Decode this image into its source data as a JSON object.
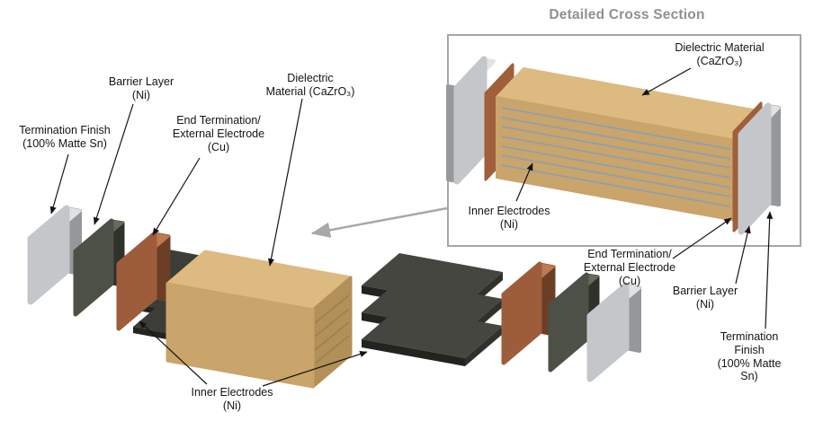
{
  "inset": {
    "title": "Detailed Cross Section",
    "labels": {
      "dielectric": "Dielectric Material\n(CaZrO₃)",
      "inner_electrodes": "Inner Electrodes\n(Ni)",
      "end_termination": "End Termination/\nExternal Electrode\n(Cu)",
      "barrier": "Barrier Layer\n(Ni)",
      "termination_finish": "Termination Finish\n(100% Matte Sn)"
    }
  },
  "exploded": {
    "labels": {
      "termination_finish": "Termination Finish\n(100% Matte Sn)",
      "barrier": "Barrier Layer\n(Ni)",
      "end_termination": "End Termination/\nExternal Electrode\n(Cu)",
      "dielectric": "Dielectric\nMaterial (CaZrO₃)",
      "inner_electrodes": "Inner Electrodes\n(Ni)"
    }
  },
  "colors": {
    "dielectric_tan": "#c9a46b",
    "dielectric_top": "#dcba80",
    "copper": "#9e5d3a",
    "nickel_barrier": "#4d5046",
    "tin_silver": "#c4c7c9",
    "electrode_dark": "#232420",
    "electrode_line": "#8fa0ab",
    "arrow_black": "#141414",
    "arrow_gray": "#a8a8a8"
  }
}
